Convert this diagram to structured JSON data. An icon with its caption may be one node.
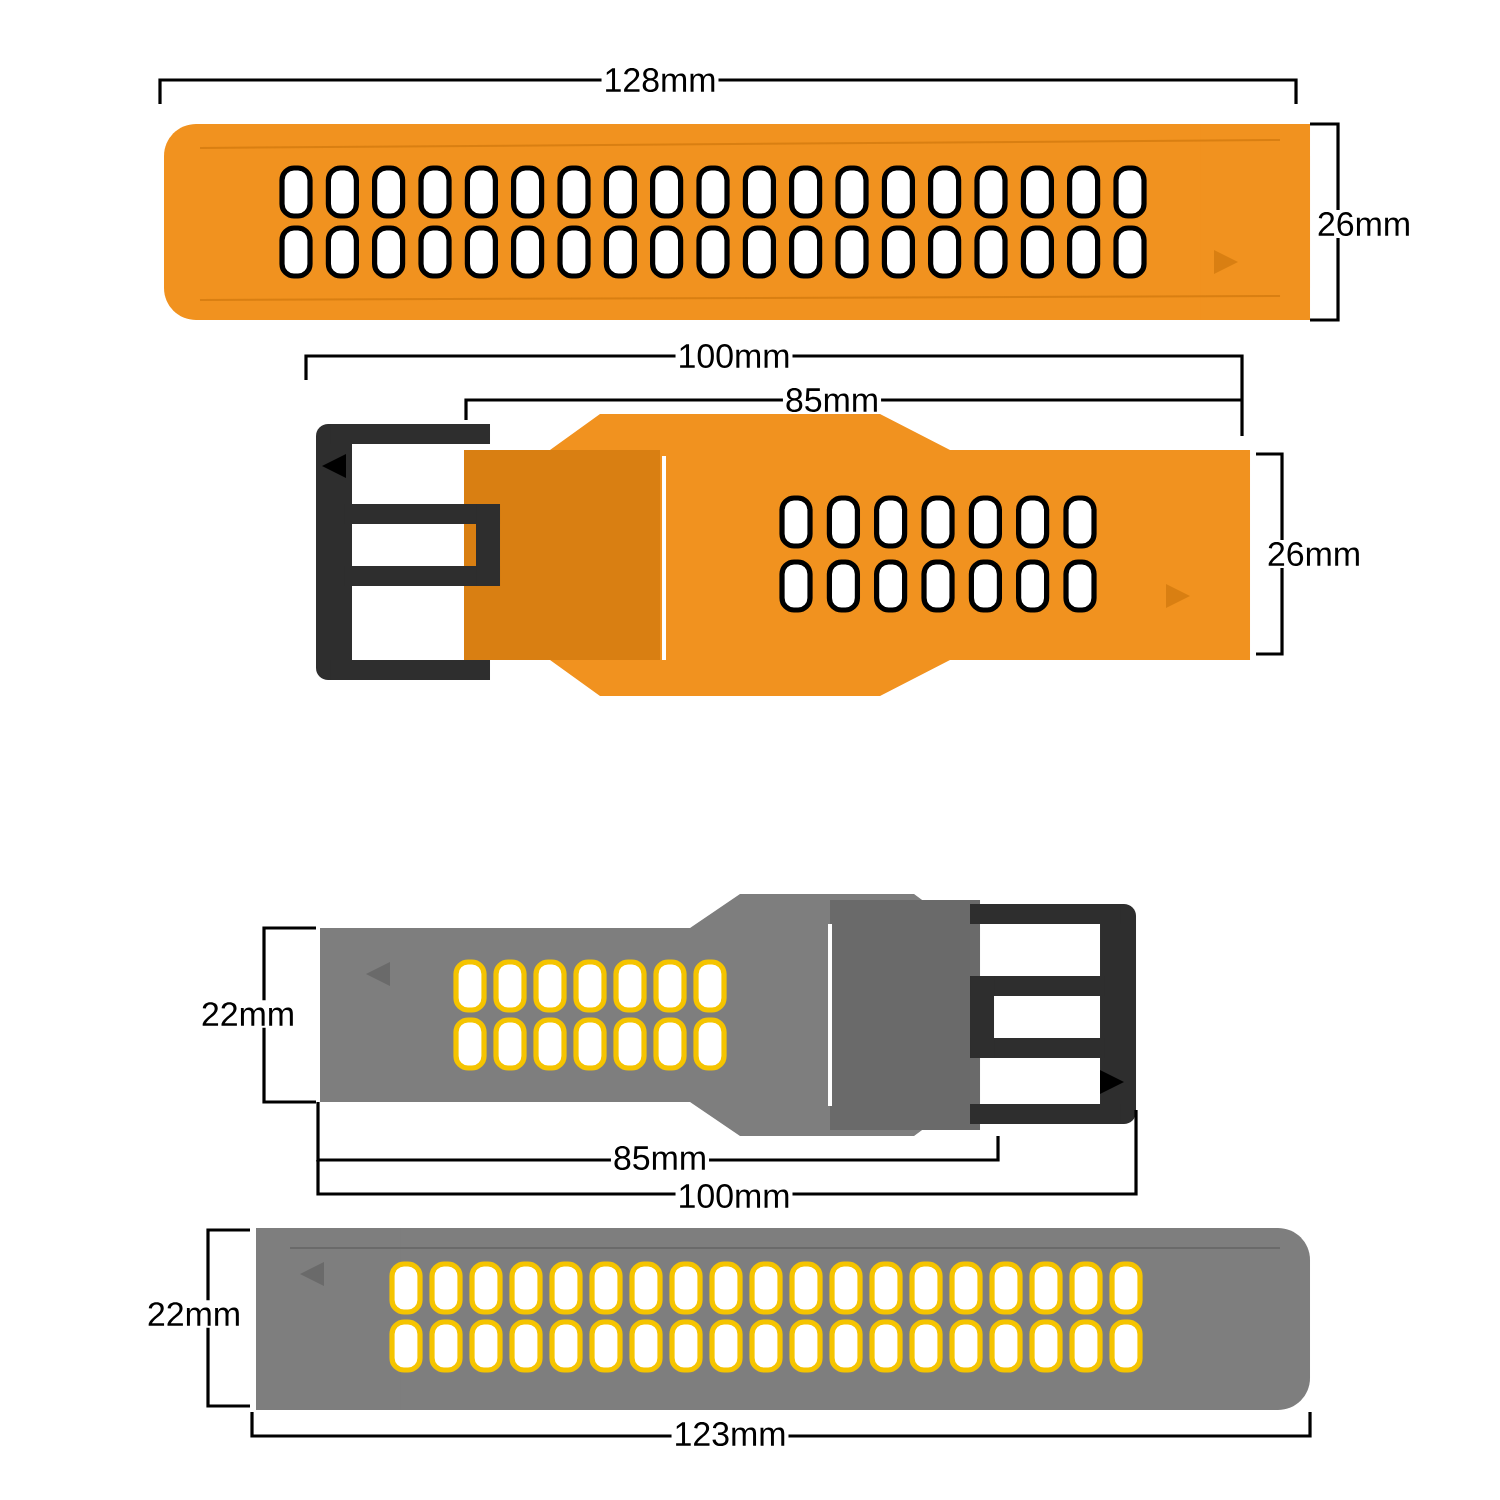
{
  "diagram": {
    "labels": [
      "128mm",
      "26mm",
      "100mm",
      "85mm",
      "26mm",
      "22mm",
      "85mm",
      "100mm",
      "22mm",
      "123mm"
    ]
  }
}
